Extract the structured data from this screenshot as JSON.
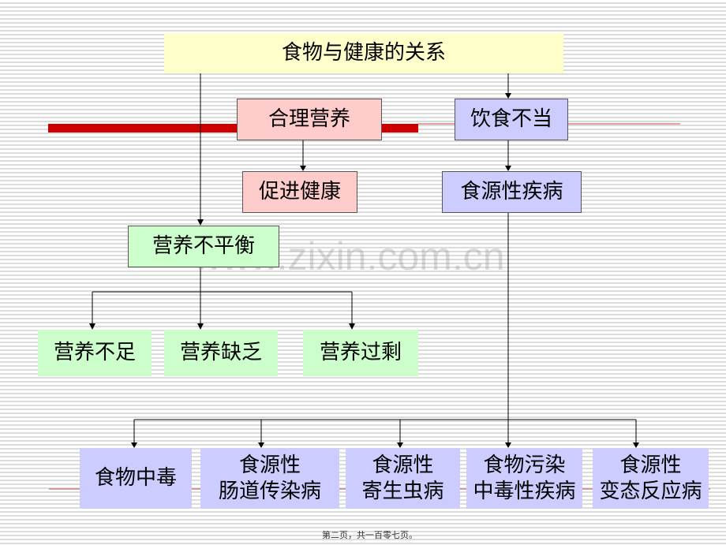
{
  "title": "食物与健康的关系",
  "nodes": {
    "reasonable": "合理营养",
    "improper": "饮食不当",
    "health": "促进健康",
    "foodborne": "食源性疾病",
    "imbalance": "营养不平衡",
    "insufficient": "营养不足",
    "deficiency": "营养缺乏",
    "excess": "营养过剩",
    "poisoning": "食物中毒",
    "intestinal": [
      "食源性",
      "肠道传染病"
    ],
    "parasitic": [
      "食源性",
      "寄生虫病"
    ],
    "contamination": [
      "食物污染",
      "中毒性疾病"
    ],
    "allergy": [
      "食源性",
      "变态反应病"
    ]
  },
  "watermark": "www.zixin.com.cn",
  "footer": "第二页，共一百零七页。",
  "colors": {
    "red_bar": "#cc0000",
    "yellow": "#ffffcc",
    "pink": "#ffcccc",
    "lavender": "#ccccff",
    "green": "#ccffcc"
  }
}
